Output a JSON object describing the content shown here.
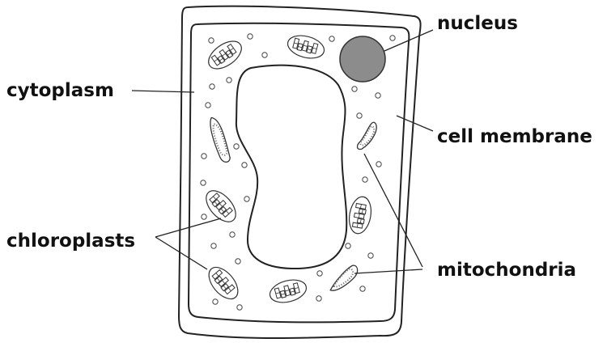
{
  "diagram": {
    "labels": {
      "nucleus": "nucleus",
      "cytoplasm": "cytoplasm",
      "cell_membrane": "cell membrane",
      "chloroplasts": "chloroplasts",
      "mitochondria": "mitochondria"
    },
    "colors": {
      "nucleus": "#8c8c8c",
      "outline": "#222222"
    }
  }
}
